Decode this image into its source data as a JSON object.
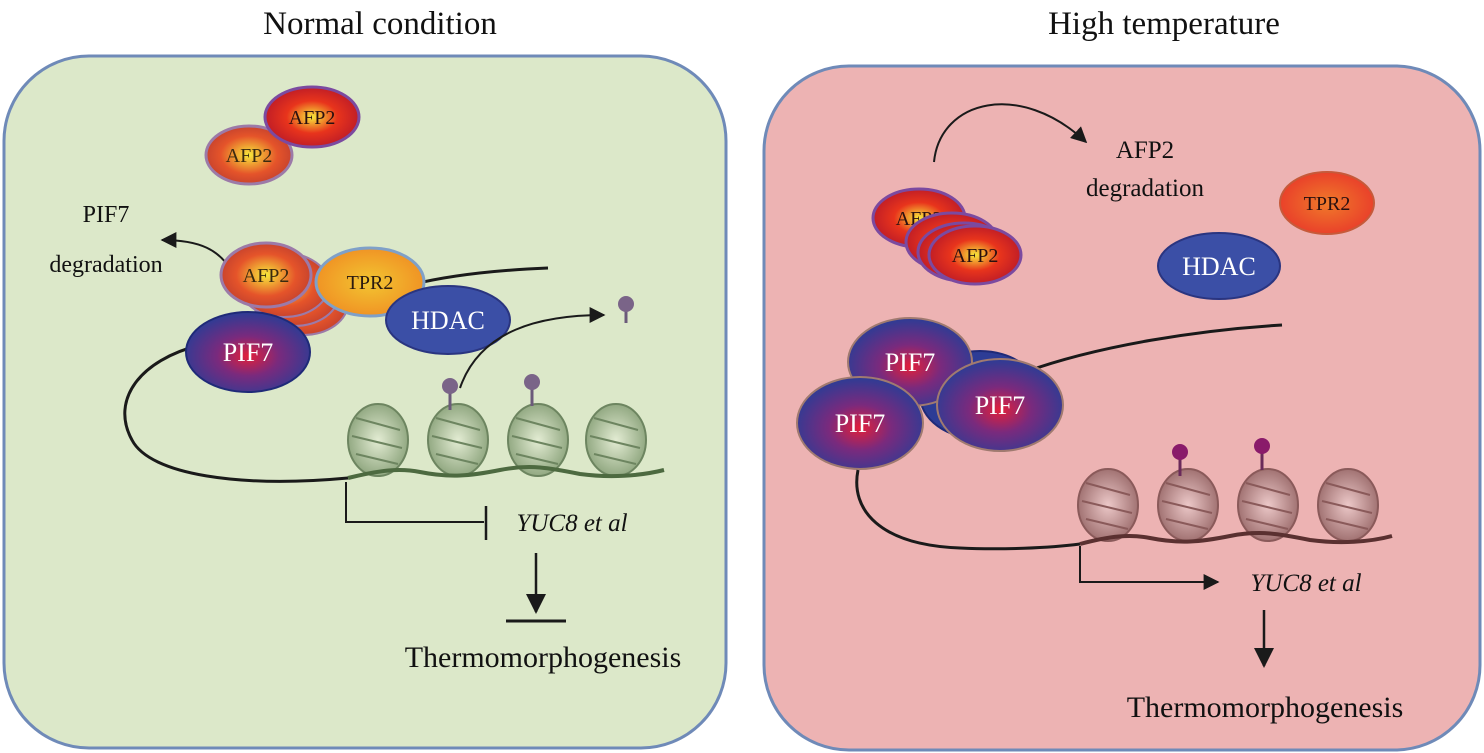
{
  "panels": {
    "normal": {
      "title": "Normal condition",
      "pif7_degradation_1": "PIF7",
      "pif7_degradation_2": "degradation",
      "afp2": "AFP2",
      "tpr2": "TPR2",
      "hdac": "HDAC",
      "pif7": "PIF7",
      "gene": "YUC8 et al",
      "output": "Thermomorphogenesis",
      "colors": {
        "background": "#dce8c9",
        "border": "#6f8ab8"
      }
    },
    "high": {
      "title": "High temperature",
      "afp2_degradation_1": "AFP2",
      "afp2_degradation_2": "degradation",
      "afp2": "AFP2",
      "tpr2": "TPR2",
      "hdac": "HDAC",
      "pif7": "PIF7",
      "gene": "YUC8 et al",
      "output": "Thermomorphogenesis",
      "colors": {
        "background": "#edb3b3",
        "border": "#6f8ab8"
      }
    }
  },
  "icons": {
    "acetyl_mark": "lollipop-mark-icon",
    "nucleosome": "nucleosome-icon",
    "activation_arrow": "arrow-icon",
    "repression_bar": "inhibition-bar-icon"
  }
}
